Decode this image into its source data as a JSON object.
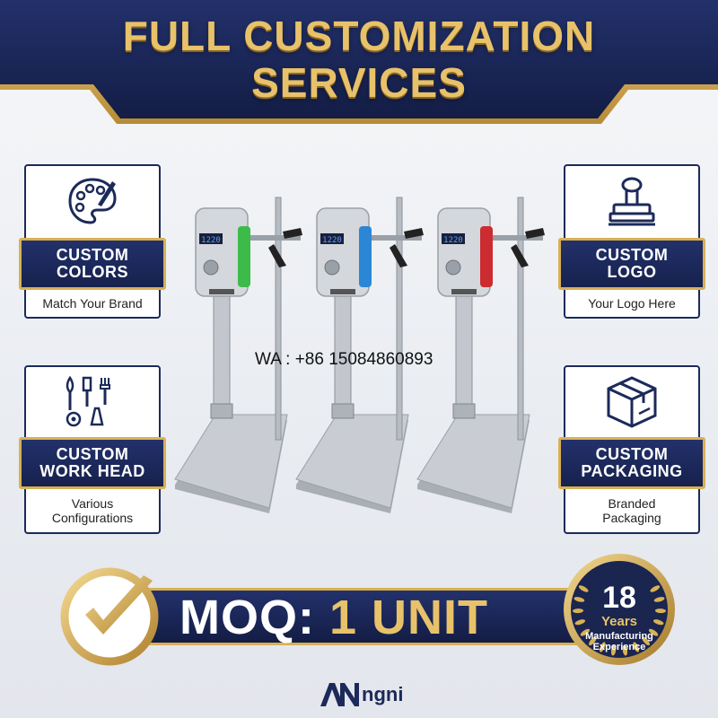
{
  "header": {
    "title_line1": "FULL CUSTOMIZATION",
    "title_line2": "SERVICES"
  },
  "features": {
    "colors": {
      "title_line1": "CUSTOM",
      "title_line2": "COLORS",
      "caption": "Match Your Brand",
      "icon": "palette-icon"
    },
    "logo": {
      "title_line1": "CUSTOM",
      "title_line2": "LOGO",
      "caption": "Your Logo Here",
      "icon": "stamp-icon"
    },
    "work_head": {
      "title_line1": "CUSTOM",
      "title_line2": "WORK HEAD",
      "caption_line1": "Various",
      "caption_line2": "Configurations",
      "icon": "tools-icon"
    },
    "packaging": {
      "title_line1": "CUSTOM",
      "title_line2": "PACKAGING",
      "caption_line1": "Branded",
      "caption_line2": "Packaging",
      "icon": "box-icon"
    }
  },
  "products": {
    "units": [
      {
        "accent": "#3dbb4a",
        "display": "1220"
      },
      {
        "accent": "#2b86d6",
        "display": "1220"
      },
      {
        "accent": "#cc2b30",
        "display": "1220"
      }
    ]
  },
  "contact": {
    "text": "WA : +86 15084860893"
  },
  "moq": {
    "label": "MOQ:",
    "value": "1 UNIT",
    "icon": "checkmark-icon"
  },
  "badge": {
    "number": "18",
    "years": "Years",
    "line1": "Manufacturing",
    "line2": "Experience",
    "icon": "laurel-wreath-icon"
  },
  "brand": {
    "mark": "AN",
    "name": "ngni"
  },
  "colors": {
    "navy": "#1c2a5a",
    "gold": "#d8b155"
  }
}
